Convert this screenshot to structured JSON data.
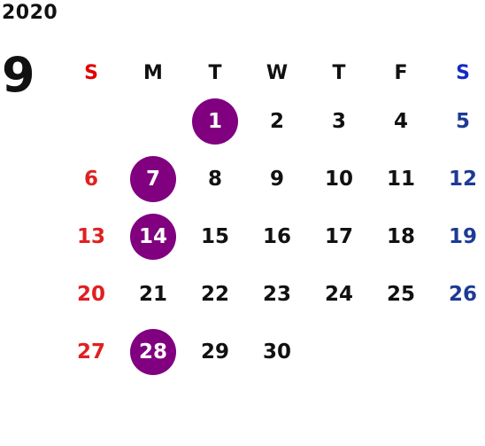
{
  "calendar": {
    "year": "2020",
    "month": "9",
    "weekday_headers": [
      "S",
      "M",
      "T",
      "W",
      "T",
      "F",
      "S"
    ],
    "marked_color": "#800080",
    "sunday_color": "#e02020",
    "saturday_color": "#1e3a96",
    "weeks": [
      [
        "",
        "",
        "1",
        "2",
        "3",
        "4",
        "5"
      ],
      [
        "6",
        "7",
        "8",
        "9",
        "10",
        "11",
        "12"
      ],
      [
        "13",
        "14",
        "15",
        "16",
        "17",
        "18",
        "19"
      ],
      [
        "20",
        "21",
        "22",
        "23",
        "24",
        "25",
        "26"
      ],
      [
        "27",
        "28",
        "29",
        "30",
        "",
        "",
        ""
      ]
    ],
    "marked_days": [
      "1",
      "7",
      "14",
      "28"
    ]
  }
}
